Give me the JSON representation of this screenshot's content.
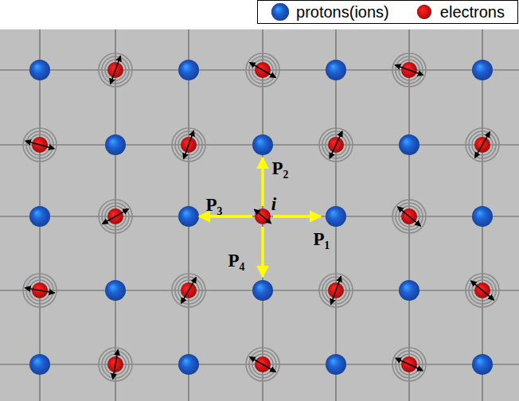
{
  "diagram": {
    "labels": [
      "P₂",
      "i",
      "P₃",
      "P₁",
      "P₄"
    ],
    "legend": [
      {
        "text": "protons(ions)",
        "color": "#1f5fd6"
      },
      {
        "text": "electrons",
        "color": "#e01515"
      }
    ]
  }
}
